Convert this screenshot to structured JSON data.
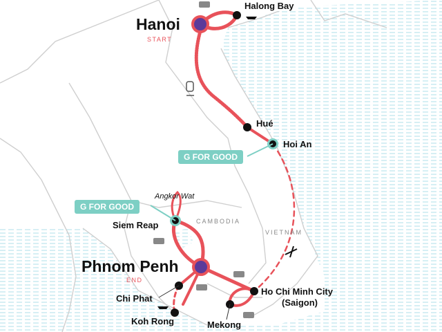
{
  "map": {
    "title_partial": "Halong Bay",
    "start": {
      "name": "Hanoi",
      "tag": "START"
    },
    "end": {
      "name": "Phnom Penh",
      "tag": "END"
    },
    "stops": [
      "Hué",
      "Hoi An",
      "Siem Reap",
      "Angkor Wat",
      "Chi Phat",
      "Koh Rong",
      "Mekong",
      "Ho Chi Minh City",
      "(Saigon)"
    ],
    "badges": [
      "G FOR GOOD",
      "G FOR GOOD"
    ],
    "countries": [
      "CAMBODIA",
      "VIETNAM"
    ],
    "colors": {
      "route": "#e8525a",
      "node": "#5b3a9a",
      "teal": "#7dcfc4",
      "water": "#bfe6ef",
      "border": "#cfcfcf"
    },
    "icons": [
      "bus-icon",
      "boat-icon",
      "train-icon",
      "plane-icon"
    ]
  }
}
